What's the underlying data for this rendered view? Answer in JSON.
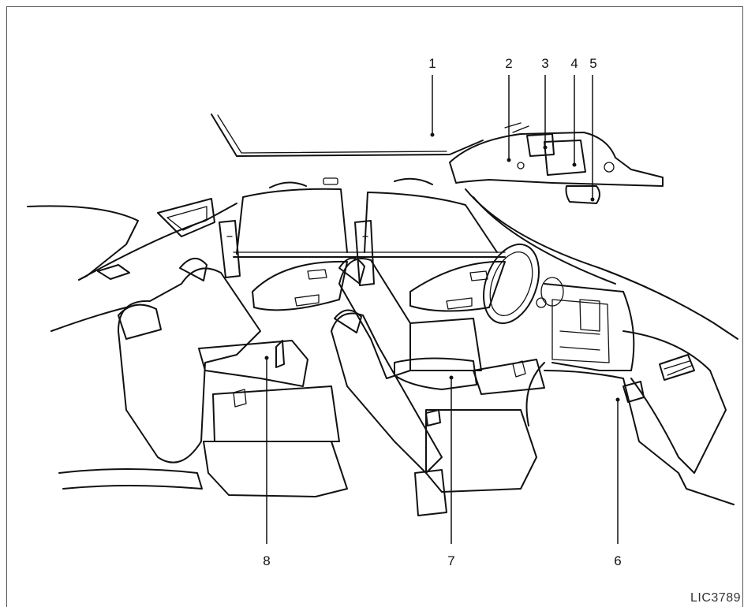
{
  "figure_code": "LIC3789",
  "callouts": [
    {
      "id": "c1",
      "label": "1"
    },
    {
      "id": "c2",
      "label": "2"
    },
    {
      "id": "c3",
      "label": "3"
    },
    {
      "id": "c4",
      "label": "4"
    },
    {
      "id": "c5",
      "label": "5"
    },
    {
      "id": "c6",
      "label": "6"
    },
    {
      "id": "c7",
      "label": "7"
    },
    {
      "id": "c8",
      "label": "8"
    }
  ]
}
